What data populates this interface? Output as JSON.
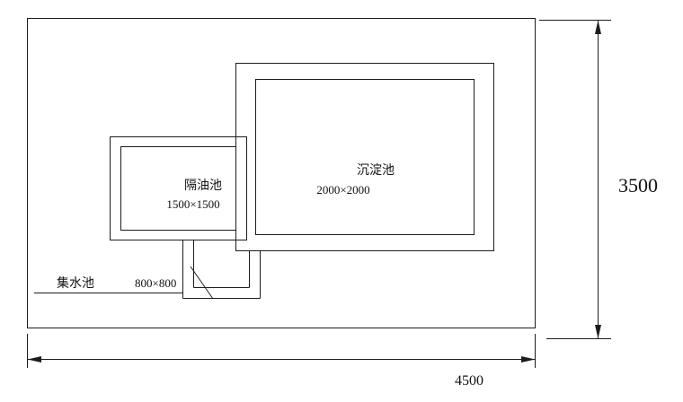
{
  "diagram": {
    "type": "plan-drawing",
    "description_visible_text_only": true,
    "tanks": {
      "sedimentation": {
        "name": "沉淀池",
        "size": "2000×2000"
      },
      "oil_separator": {
        "name": "隔油池",
        "size": "1500×1500"
      },
      "sump": {
        "name": "集水池",
        "size": "800×800"
      }
    },
    "dimensions": {
      "overall_height": "3500",
      "overall_width": "4500"
    },
    "colors": {
      "line": "#1c1c1c",
      "background": "#ffffff",
      "text": "#111111"
    }
  }
}
